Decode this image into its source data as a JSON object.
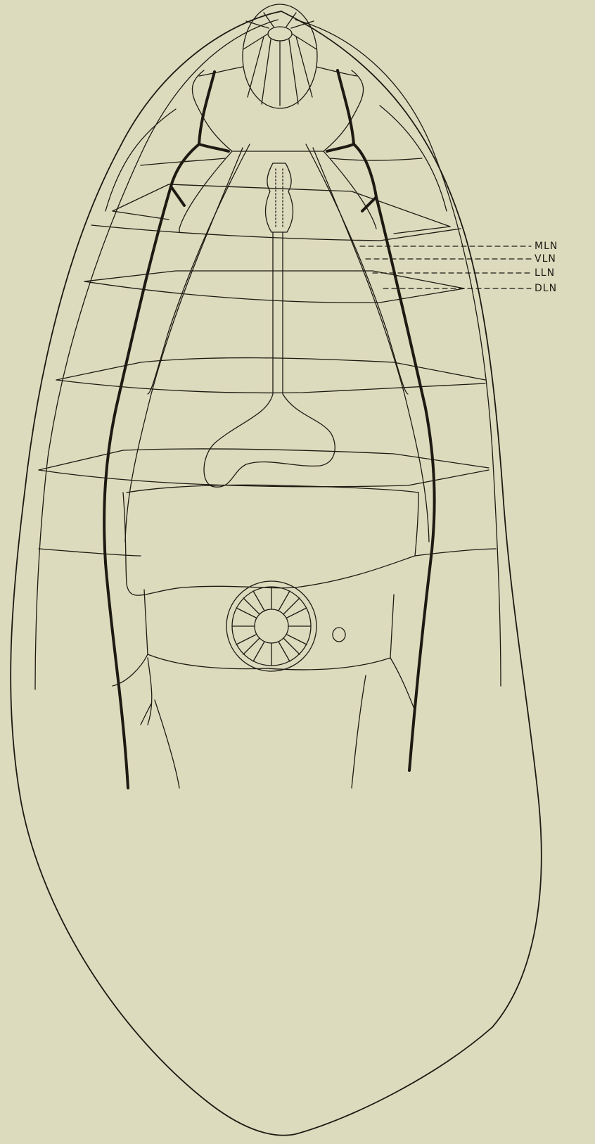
{
  "labels": {
    "mln": "MLN",
    "vln": "VLN",
    "lln": "LLN",
    "dln": "DLN"
  },
  "colors": {
    "paper": "#dddbbd",
    "ink": "#1c1a12"
  }
}
